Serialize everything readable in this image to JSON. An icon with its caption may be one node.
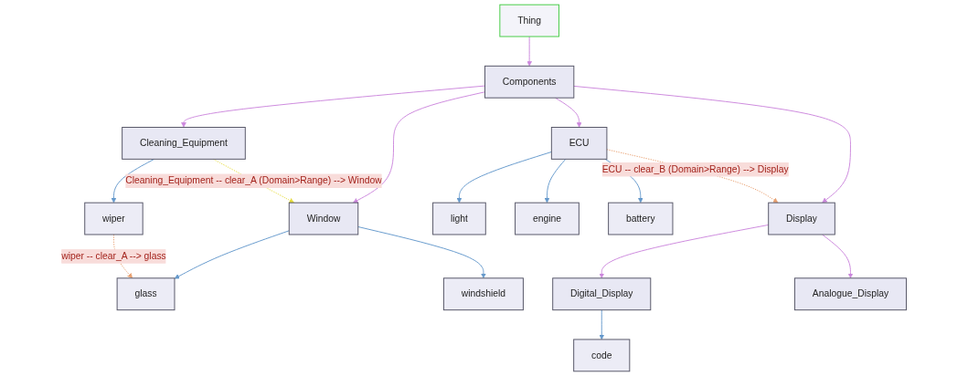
{
  "diagram": {
    "nodes": [
      {
        "text": [
          "Thing"
        ]
      },
      {
        "text": [
          "Components"
        ]
      },
      {
        "text": [
          "Cleaning_Equipment"
        ]
      },
      {
        "text": [
          "Window"
        ]
      },
      {
        "text": [
          "ECU"
        ]
      },
      {
        "text": [
          "Display"
        ]
      },
      {
        "text": [
          "Digital_Display"
        ]
      },
      {
        "text": [
          "Analogue_Display"
        ]
      },
      {
        "text": [
          "wiper"
        ]
      },
      {
        "text": [
          "glass"
        ]
      },
      {
        "text": [
          "windshield"
        ]
      },
      {
        "text": [
          "light"
        ]
      },
      {
        "text": [
          "engine"
        ]
      },
      {
        "text": [
          "battery"
        ]
      },
      {
        "text": [
          "code"
        ]
      }
    ],
    "edges": [
      {
        "from": 0,
        "to": 1,
        "arrow": "to",
        "color": "#cc88dd"
      },
      {
        "from": 1,
        "to": 2,
        "arrow": "to",
        "color": "#cc88dd"
      },
      {
        "from": 2,
        "to": 8,
        "arrow": "to",
        "color": "#6699cc"
      },
      {
        "from": 1,
        "to": 3,
        "arrow": "to",
        "color": "#cc88dd"
      },
      {
        "from": 3,
        "to": 9,
        "arrow": "to",
        "color": "#6699cc"
      },
      {
        "from": 3,
        "to": 10,
        "arrow": "to",
        "color": "#6699cc"
      },
      {
        "from": 8,
        "to": 9,
        "arrow": "to",
        "style": "dashed",
        "color": "#e8a070",
        "label": "wiper -- clear_A --> glass"
      },
      {
        "from": 2,
        "to": 3,
        "arrow": "to",
        "style": "dashed",
        "color": "#e6dc3c",
        "label": "Cleaning_Equipment -- clear_A (Domain>Range) --> Window"
      },
      {
        "from": 1,
        "to": 4,
        "arrow": "to",
        "color": "#cc88dd"
      },
      {
        "from": 4,
        "to": 11,
        "arrow": "to",
        "color": "#6699cc"
      },
      {
        "from": 4,
        "to": 12,
        "arrow": "to",
        "color": "#6699cc"
      },
      {
        "from": 4,
        "to": 13,
        "arrow": "to",
        "color": "#6699cc"
      },
      {
        "from": 4,
        "to": 5,
        "arrow": "to",
        "style": "dashed",
        "color": "#e8a070",
        "label": "ECU -- clear_B (Domain>Range) --> Display"
      },
      {
        "from": 1,
        "to": 5,
        "arrow": "to",
        "color": "#cc88dd"
      },
      {
        "from": 5,
        "to": 6,
        "arrow": "to",
        "color": "#cc88dd"
      },
      {
        "from": 6,
        "to": 14,
        "arrow": "to",
        "color": "#6699cc"
      },
      {
        "from": 5,
        "to": 7,
        "arrow": "to",
        "color": "#cc88dd"
      }
    ]
  }
}
